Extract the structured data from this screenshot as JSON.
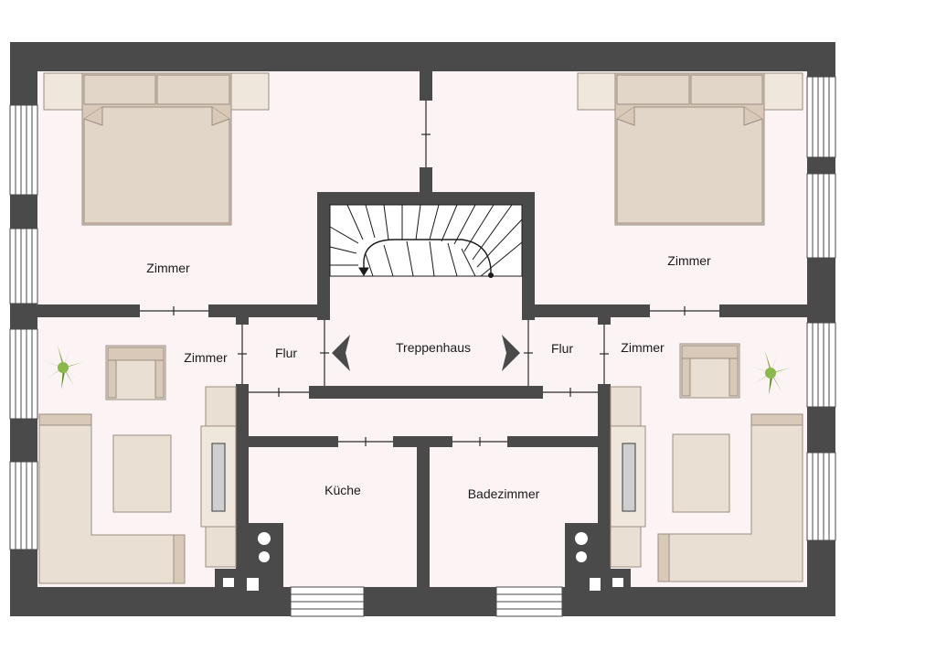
{
  "colors": {
    "wall": "#4a4a4a",
    "floor": "#fcf3f5",
    "furniture": "#e9dfd3",
    "furniture_dark": "#d8c9b8",
    "furniture_stroke": "#9c8f80",
    "window": "#ffffff",
    "plant": "#6a9a2e"
  },
  "rooms": [
    {
      "key": "zimmer_tl",
      "label": "Zimmer"
    },
    {
      "key": "zimmer_tr",
      "label": "Zimmer"
    },
    {
      "key": "zimmer_ml",
      "label": "Zimmer"
    },
    {
      "key": "zimmer_mr",
      "label": "Zimmer"
    },
    {
      "key": "flur_l",
      "label": "Flur"
    },
    {
      "key": "flur_r",
      "label": "Flur"
    },
    {
      "key": "treppenhaus",
      "label": "Treppenhaus"
    },
    {
      "key": "kueche",
      "label": "Küche"
    },
    {
      "key": "badezimmer",
      "label": "Badezimmer"
    }
  ],
  "icons": {
    "plant": "potted-plant-icon",
    "arrow": "triangle-arrow-icon",
    "stove": "stove-burner-icon"
  }
}
